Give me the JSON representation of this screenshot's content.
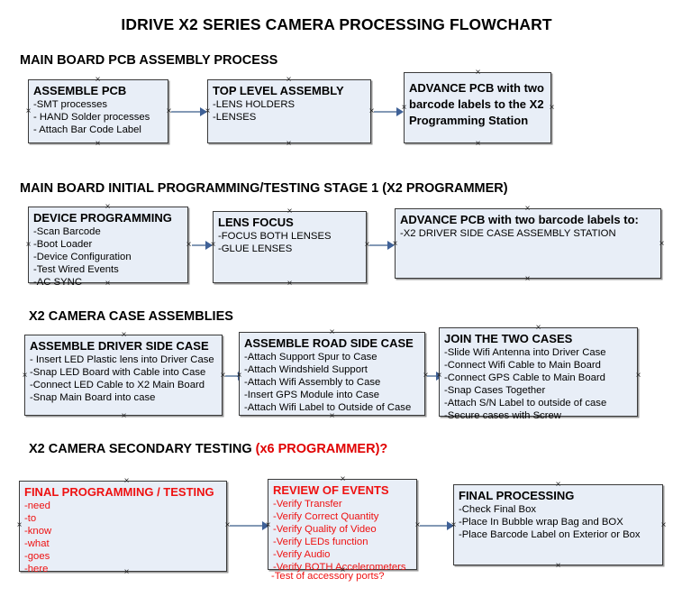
{
  "title": "IDRIVE X2  SERIES CAMERA PROCESSING FLOWCHART",
  "colors": {
    "node_fill": "#e8eef7",
    "node_border": "#3a3a3a",
    "connector": "#8399b5",
    "arrow_head": "#3f6197",
    "accent_red": "#ee1111",
    "text": "#000000"
  },
  "sections": [
    {
      "header": "MAIN BOARD PCB ASSEMBLY PROCESS",
      "header_accent": "",
      "nodes": [
        {
          "title": "ASSEMBLE PCB",
          "lines": [
            "-SMT processes",
            "- HAND Solder processes",
            "- Attach Bar Code Label"
          ]
        },
        {
          "title": "TOP LEVEL ASSEMBLY",
          "lines": [
            "-LENS HOLDERS",
            "-LENSES"
          ]
        },
        {
          "title": "ADVANCE PCB with two barcode labels to the  X2 Programming Station",
          "lines": []
        }
      ]
    },
    {
      "header": "MAIN BOARD INITIAL PROGRAMMING/TESTING STAGE 1 (X2 PROGRAMMER)",
      "header_accent": "",
      "nodes": [
        {
          "title": "DEVICE PROGRAMMING",
          "lines": [
            "-Scan Barcode",
            "-Boot Loader",
            "-Device Configuration",
            "-Test Wired Events",
            "-AC SYNC"
          ]
        },
        {
          "title": "LENS FOCUS",
          "lines": [
            "-FOCUS BOTH LENSES",
            "-GLUE LENSES"
          ]
        },
        {
          "title": "ADVANCE PCB with two barcode labels to:",
          "lines": [
            "-X2 DRIVER  SIDE  CASE  ASSEMBLY STATION"
          ]
        }
      ]
    },
    {
      "header": "X2 CAMERA CASE ASSEMBLIES",
      "header_accent": "",
      "nodes": [
        {
          "title": "ASSEMBLE DRIVER SIDE CASE",
          "lines": [
            "- Insert LED Plastic lens into Driver Case",
            "-Snap LED Board with Cable into Case",
            "-Connect LED Cable to X2 Main Board",
            "-Snap Main Board into case"
          ]
        },
        {
          "title": "ASSEMBLE ROAD SIDE CASE",
          "lines": [
            "-Attach Support Spur to Case",
            "-Attach Windshield Support",
            "-Attach Wifi Assembly to Case",
            "-Insert GPS Module into Case",
            "-Attach Wifi Label to Outside of Case"
          ]
        },
        {
          "title": "JOIN THE TWO CASES",
          "lines": [
            "-Slide Wifi Antenna into Driver Case",
            "-Connect Wifi Cable to Main Board",
            "-Connect GPS Cable to Main Board",
            "-Snap Cases Together",
            "-Attach S/N Label to outside of case",
            "-Secure cases with Screw"
          ]
        }
      ]
    },
    {
      "header": "X2 CAMERA SECONDARY TESTING ",
      "header_accent": "(x6 PROGRAMMER)?",
      "nodes": [
        {
          "title": "FINAL PROGRAMMING / TESTING",
          "lines": [
            "-need",
            "-to",
            "-know",
            "-what",
            "-goes",
            "-here"
          ]
        },
        {
          "title": "REVIEW OF EVENTS",
          "lines": [
            "-Verify Transfer",
            "-Verify Correct Quantity",
            "-Verify Quality of Video",
            "-Verify LEDs function",
            "-Verify Audio",
            "-Verify BOTH Accelerometers"
          ],
          "overflow_line": "-Test of accessory ports?"
        },
        {
          "title": "FINAL PROCESSING",
          "lines": [
            " -Check Final Box",
            "-Place In Bubble wrap Bag and BOX",
            "-Place Barcode Label on Exterior or Box"
          ]
        }
      ]
    }
  ]
}
